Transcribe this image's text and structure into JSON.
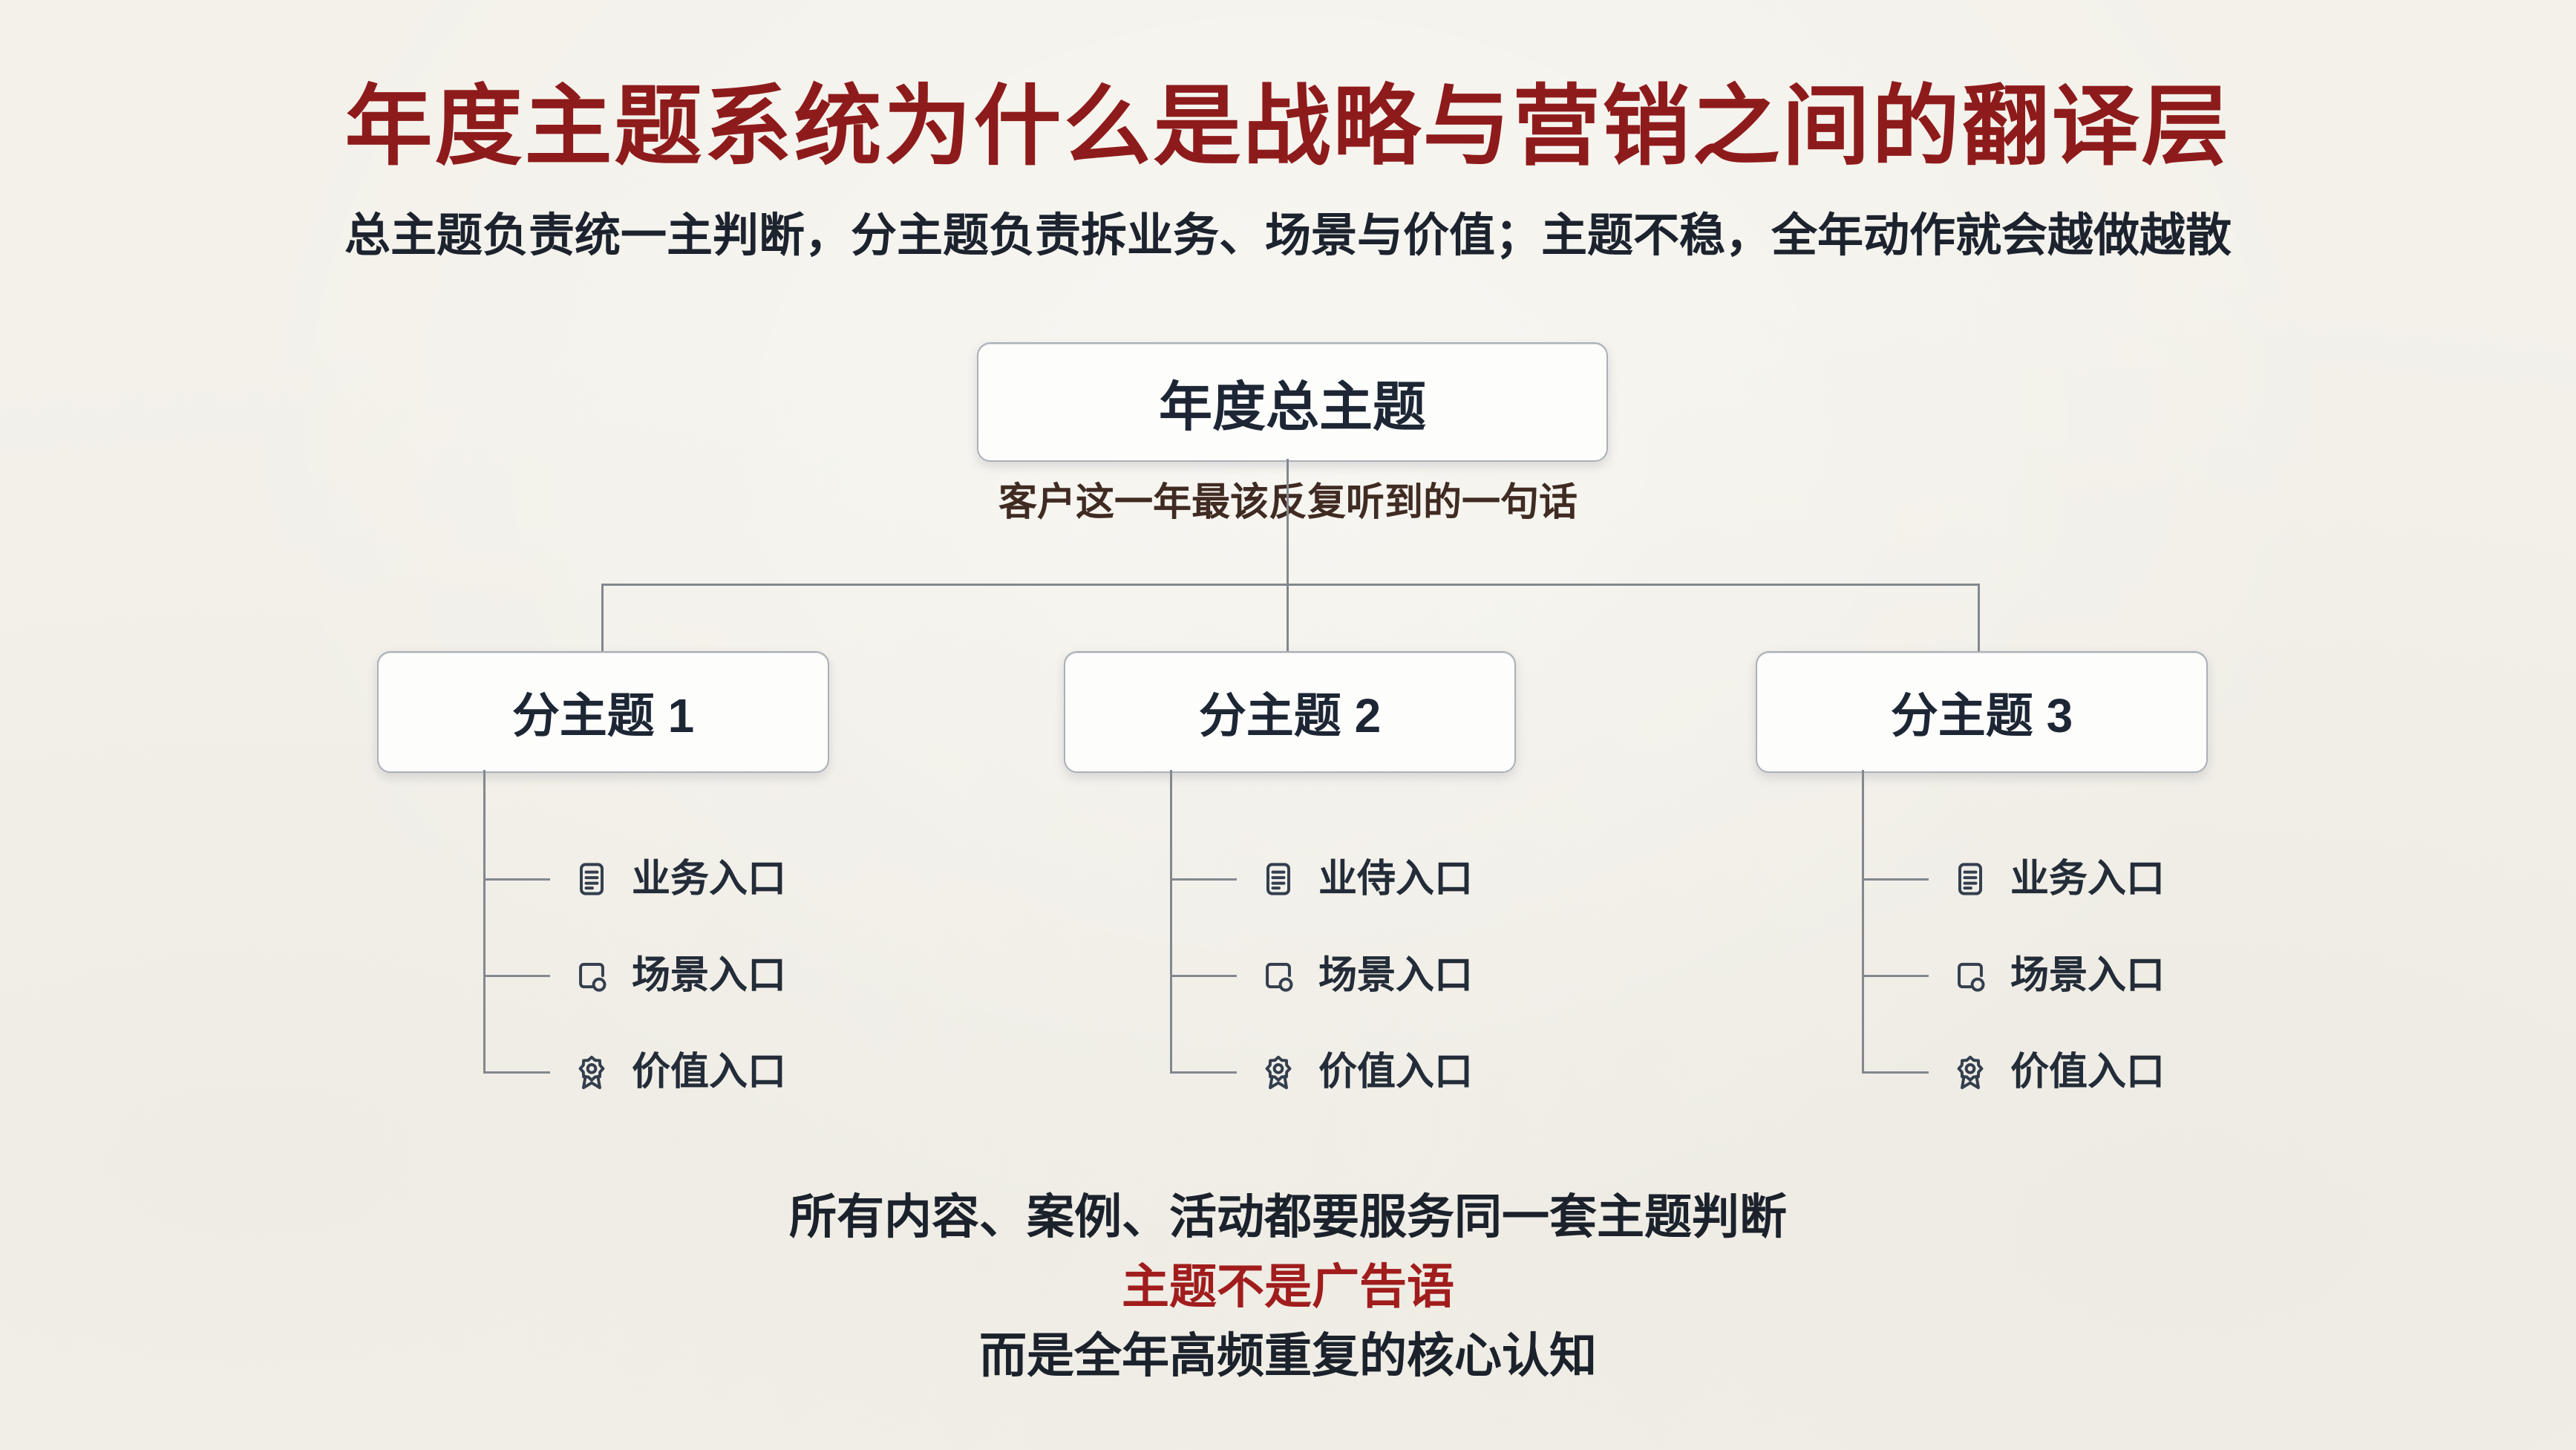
{
  "header": {
    "title": "年度主题系统为什么是战略与营销之间的翻译层",
    "subtitle": "总主题负责统一主判断，分主题负责拆业务、场景与价值；主题不稳，全年动作就会越做越散"
  },
  "tree": {
    "root": {
      "label": "年度总主题",
      "caption": "客户这一年最该反复听到的一句话"
    },
    "branches": [
      {
        "label": "分主题 1",
        "items": [
          {
            "icon": "document-icon",
            "label": "业务入口"
          },
          {
            "icon": "scene-icon",
            "label": "场景入口"
          },
          {
            "icon": "award-icon",
            "label": "价值入口"
          }
        ]
      },
      {
        "label": "分主题 2",
        "items": [
          {
            "icon": "document-icon",
            "label": "业侍入口"
          },
          {
            "icon": "scene-icon",
            "label": "场景入口"
          },
          {
            "icon": "award-icon",
            "label": "价值入口"
          }
        ]
      },
      {
        "label": "分主题 3",
        "items": [
          {
            "icon": "document-icon",
            "label": "业务入口"
          },
          {
            "icon": "scene-icon",
            "label": "场景入口"
          },
          {
            "icon": "award-icon",
            "label": "价值入口"
          }
        ]
      }
    ]
  },
  "footer": {
    "line1": "所有内容、案例、活动都要服务同一套主题判断",
    "line2": "主题不是广告语",
    "line3": "而是全年高频重复的核心认知"
  },
  "colors": {
    "title_red": "#8e1b1b",
    "accent_red": "#a11d1d",
    "text_dark": "#1c232e",
    "box_text": "#1d2634",
    "caption_brown": "#402b23",
    "connector_gray": "#83878e",
    "background": "#f3f1ea",
    "box_border": "#abb0b8",
    "icon_stroke": "#333e4e"
  }
}
